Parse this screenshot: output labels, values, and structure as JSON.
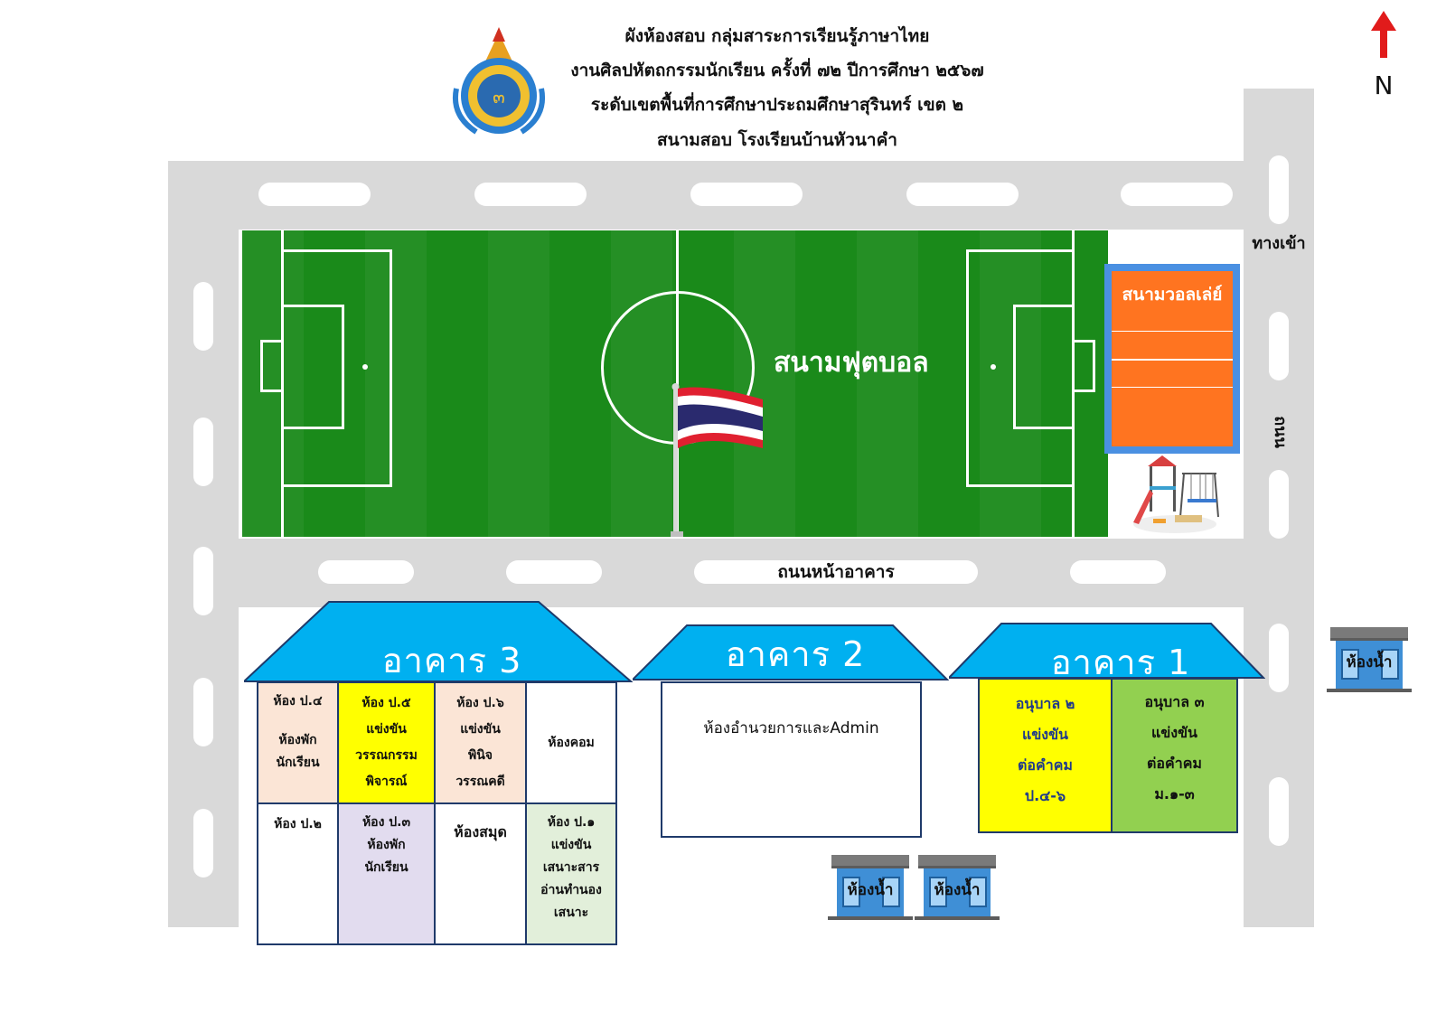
{
  "header": {
    "lines": [
      "ผังห้องสอบ กลุ่มสาระการเรียนรู้ภาษาไทย",
      "งานศิลปหัตถกรรมนักเรียน ครั้งที่ ๗๒ ปีการศึกษา ๒๕๖๗",
      "ระดับเขตพื้นที่การศึกษาประถมศึกษาสุรินทร์ เขต ๒",
      "สนามสอบ โรงเรียนบ้านหัวนาคำ"
    ]
  },
  "compass": {
    "label": "N",
    "color": "#e11b1b"
  },
  "labels": {
    "entrance": "ทางเข้า",
    "road_right": "ถนน",
    "road_front": "ถนนหน้าอาคาร",
    "football_field": "สนามฟุตบอล",
    "volleyball_court": "สนามวอลเล่ย์"
  },
  "buildings": {
    "b3": {
      "name": "อาคาร 3",
      "rooms_top": [
        {
          "lines": [
            "ห้อง ป.๔",
            "ห้องพัก",
            "นักเรียน"
          ],
          "color": "#fbe5d6"
        },
        {
          "lines": [
            "ห้อง ป.๕",
            "แข่งขัน",
            "วรรณกรรม",
            "พิจารณ์"
          ],
          "color": "#ffff00"
        },
        {
          "lines": [
            "ห้อง ป.๖",
            "แข่งขัน",
            "พินิจ",
            "วรรณคดี"
          ],
          "color": "#fbe5d6"
        },
        {
          "lines": [
            "ห้องคอม"
          ],
          "color": "#ffffff"
        }
      ],
      "rooms_bottom": [
        {
          "lines": [
            "ห้อง ป.๒"
          ],
          "color": "#ffffff"
        },
        {
          "lines": [
            "ห้อง ป.๓",
            "ห้องพัก",
            "นักเรียน"
          ],
          "color": "#e2dcef"
        },
        {
          "lines": [
            "ห้องสมุด"
          ],
          "color": "#ffffff"
        },
        {
          "lines": [
            "ห้อง ป.๑",
            "แข่งขัน",
            "เสนาะสาร",
            "อ่านทำนอง",
            "เสนาะ"
          ],
          "color": "#e2efda"
        }
      ]
    },
    "b2": {
      "name": "อาคาร 2",
      "room": "ห้องอำนวยการและAdmin"
    },
    "b1": {
      "name": "อาคาร 1",
      "rooms": [
        {
          "lines": [
            "อนุบาล ๒",
            "แข่งขัน",
            "ต่อคำคม",
            "ป.๔-๖"
          ],
          "color": "#ffff00"
        },
        {
          "lines": [
            "อนุบาล ๓",
            "แข่งขัน",
            "ต่อคำคม",
            "ม.๑-๓"
          ],
          "color": "#92d050"
        }
      ]
    }
  },
  "toilets": {
    "label": "ห้องน้ำ"
  },
  "colors": {
    "roof": "#00b0f0",
    "road": "#d9d9d9",
    "field": "#1a8a1a",
    "volleyball": "#ff7420",
    "volleyball_border": "#4a90e2",
    "b1_text": "#1f3a8a"
  },
  "icons": [
    "school-emblem-icon",
    "thai-flag-icon",
    "playground-icon",
    "toilet-building-icon",
    "north-arrow-icon"
  ]
}
